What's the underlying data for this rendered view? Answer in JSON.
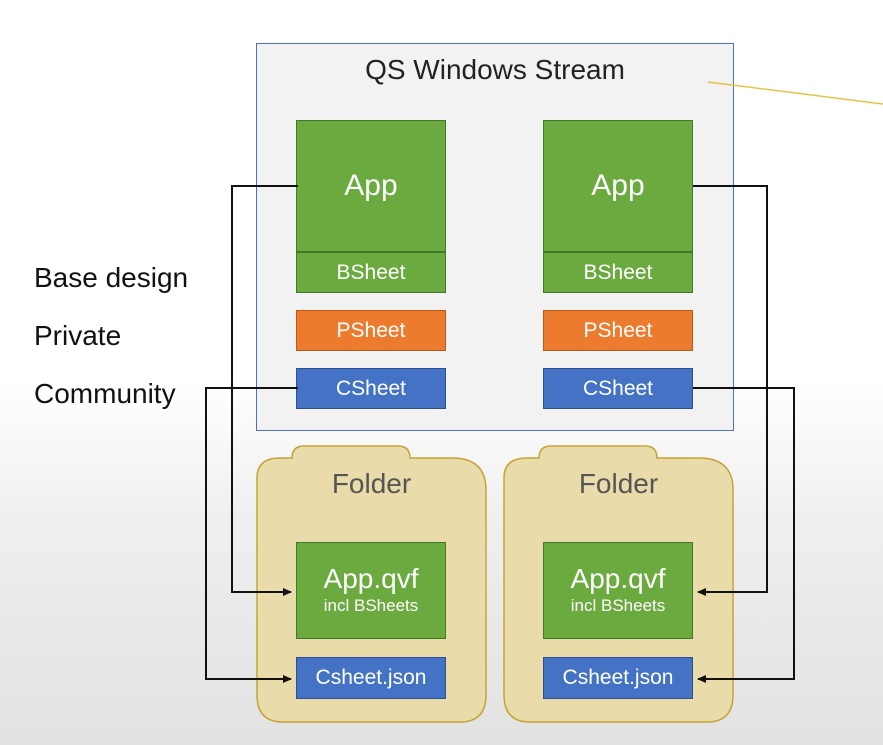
{
  "stream": {
    "title": "QS Windows Stream"
  },
  "legend": {
    "base": "Base design",
    "private": "Private",
    "community": "Community"
  },
  "left": {
    "app": "App",
    "bsheet": "BSheet",
    "psheet": "PSheet",
    "csheet": "CSheet",
    "folder": "Folder",
    "qvf": "App.qvf",
    "qvf_sub": "incl BSheets",
    "json": "Csheet.json"
  },
  "right": {
    "app": "App",
    "bsheet": "BSheet",
    "psheet": "PSheet",
    "csheet": "CSheet",
    "folder": "Folder",
    "qvf": "App.qvf",
    "qvf_sub": "incl BSheets",
    "json": "Csheet.json"
  },
  "colors": {
    "stream_border": "#4a72c4",
    "app_green": "#6aaa3f",
    "private_orange": "#ec7b2e",
    "community_blue": "#4472c4",
    "folder_fill": "#e9dcaa",
    "folder_border": "#c7a336"
  }
}
